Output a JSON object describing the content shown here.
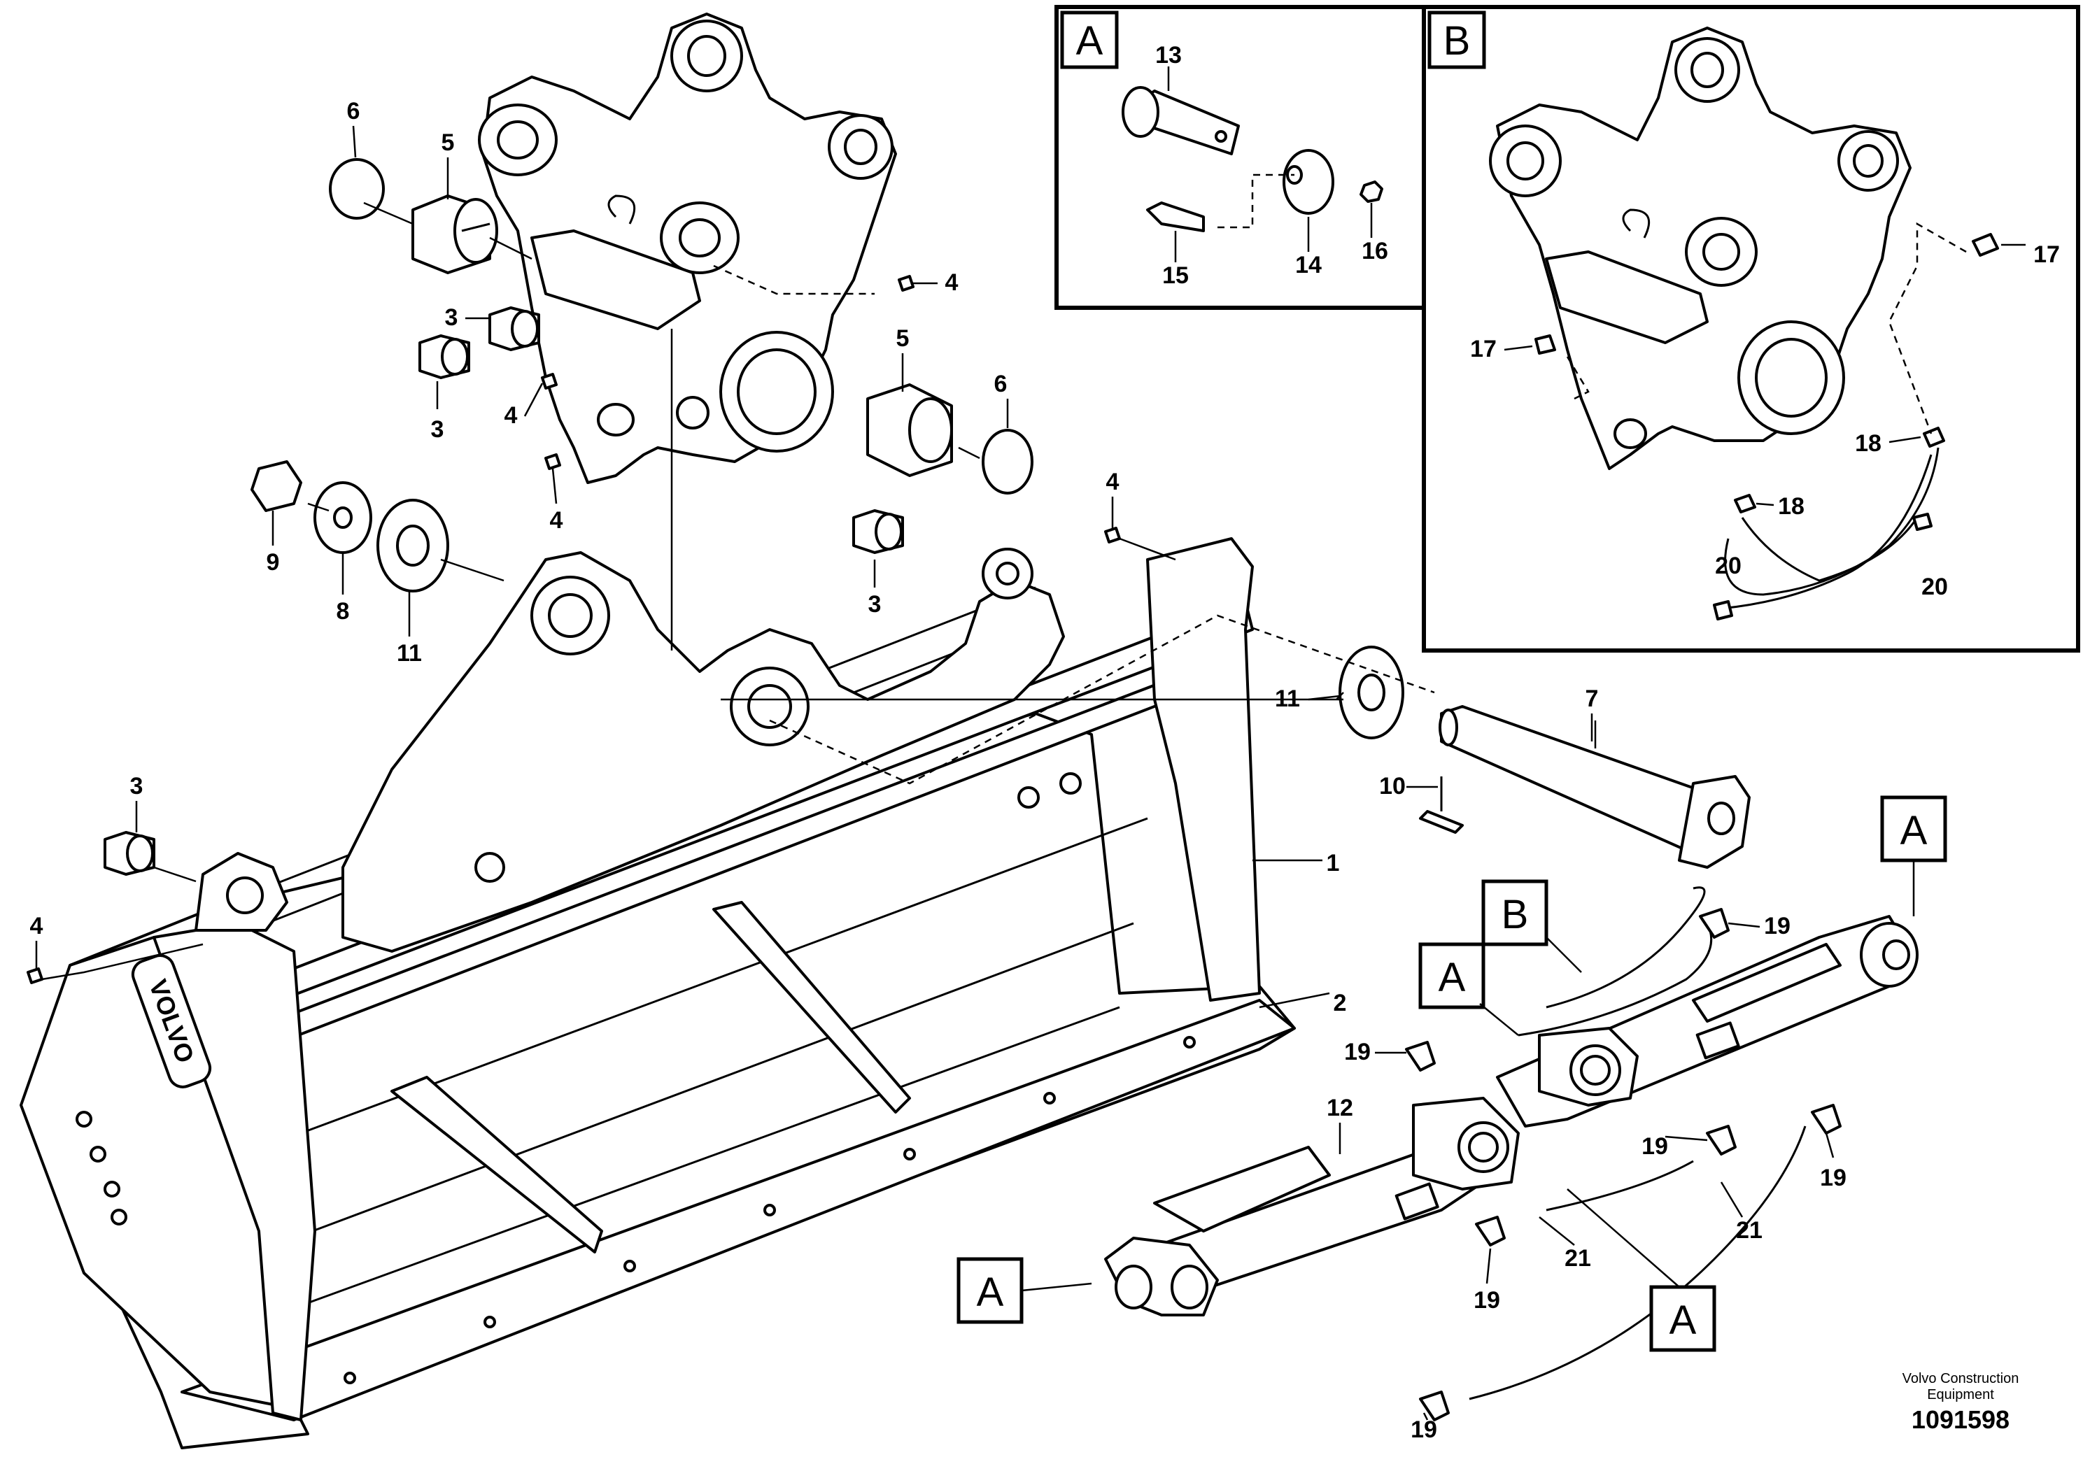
{
  "inset_a": {
    "tag": "A",
    "callouts": [
      "13",
      "14",
      "15",
      "16"
    ]
  },
  "inset_b": {
    "tag": "B",
    "callouts": [
      "17",
      "17",
      "18",
      "18",
      "20",
      "20"
    ]
  },
  "main_callouts": {
    "c1": "1",
    "c2": "2",
    "c3a": "3",
    "c3b": "3",
    "c3c": "3",
    "c3d": "3",
    "c4a": "4",
    "c4b": "4",
    "c4c": "4",
    "c4d": "4",
    "c4e": "4",
    "c5a": "5",
    "c5b": "5",
    "c6a": "6",
    "c6b": "6",
    "c7": "7",
    "c8": "8",
    "c9": "9",
    "c10": "10",
    "c11a": "11",
    "c11b": "11",
    "c12": "12",
    "c19a": "19",
    "c19b": "19",
    "c19c": "19",
    "c19d": "19",
    "c19e": "19",
    "c19f": "19",
    "c21a": "21",
    "c21b": "21"
  },
  "ref_boxes": {
    "a1": "A",
    "a2": "A",
    "a3": "A",
    "a4": "A",
    "b1": "B"
  },
  "footer": {
    "brand_line1": "Volvo Construction",
    "brand_line2": "Equipment",
    "drawing_number": "1091598"
  },
  "logo_text": "VOLVO"
}
